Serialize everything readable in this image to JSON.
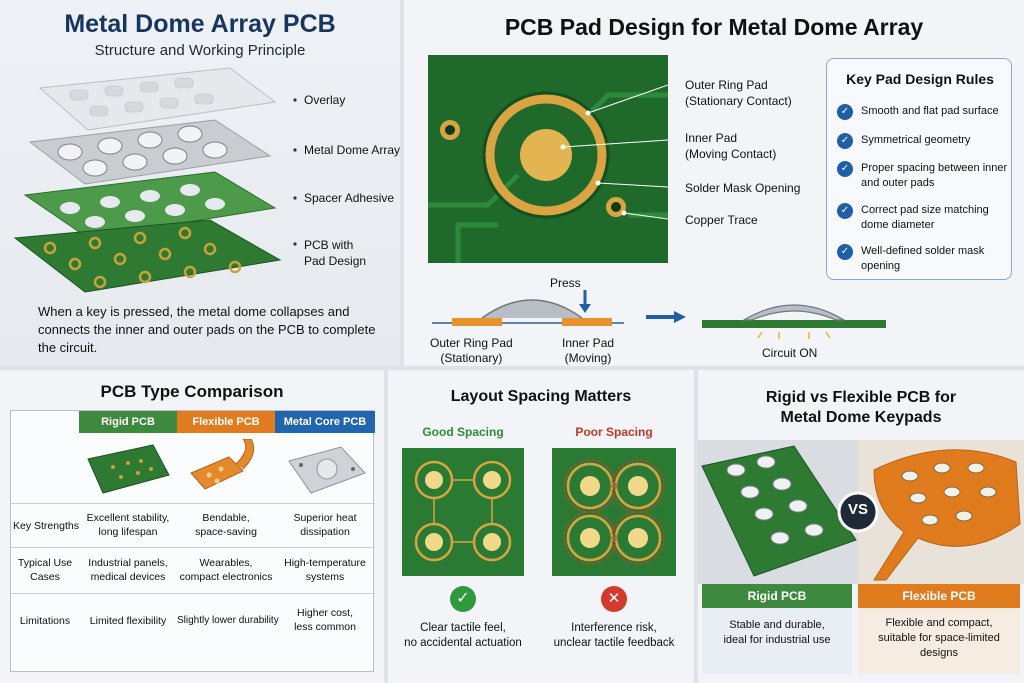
{
  "panel_structure": {
    "title": "Metal Dome Array PCB",
    "subtitle": "Structure and Working Principle",
    "layers": [
      "Overlay",
      "Metal Dome Array",
      "Spacer Adhesive",
      "PCB with\nPad Design"
    ],
    "description": "When a key is pressed, the metal dome collapses and connects the inner and outer pads on the PCB to complete the circuit."
  },
  "panel_pad_design": {
    "title": "PCB Pad Design for Metal Dome Array",
    "callouts": [
      {
        "line1": "Outer Ring Pad",
        "line2": "(Stationary Contact)"
      },
      {
        "line1": "Inner Pad",
        "line2": "(Moving Contact)"
      },
      {
        "line1": "Solder Mask Opening",
        "line2": ""
      },
      {
        "line1": "Copper Trace",
        "line2": ""
      }
    ],
    "rules_title": "Key Pad Design Rules",
    "rules": [
      "Smooth and flat pad surface",
      "Symmetrical geometry",
      "Proper spacing between inner and outer pads",
      "Correct pad size matching dome diameter",
      "Well-defined solder mask opening"
    ],
    "press_label": "Press",
    "outer_pad_label": "Outer Ring Pad\n(Stationary)",
    "inner_pad_label": "Inner Pad\n(Moving)",
    "circuit_label": "Circuit ON",
    "check_glyph": "✓"
  },
  "panel_comparison": {
    "title": "PCB Type Comparison",
    "columns": [
      "Rigid PCB",
      "Flexible PCB",
      "Metal Core PCB"
    ],
    "column_colors": [
      "#3d8a3f",
      "#e07c1e",
      "#2166ad"
    ],
    "rows": [
      {
        "label": "Key Strengths",
        "cells": [
          "Excellent stability,\nlong lifespan",
          "Bendable,\nspace-saving",
          "Superior heat\ndissipation"
        ]
      },
      {
        "label": "Typical Use\nCases",
        "cells": [
          "Industrial panels,\nmedical devices",
          "Wearables,\ncompact electronics",
          "High-temperature\nsystems"
        ]
      },
      {
        "label": "Limitations",
        "cells": [
          "Limited flexibility",
          "Slightly lower durability",
          "Higher cost,\nless common"
        ]
      }
    ]
  },
  "panel_spacing": {
    "title": "Layout Spacing Matters",
    "good_label": "Good Spacing",
    "poor_label": "Poor Spacing",
    "good_result": "Clear tactile feel,\nno accidental actuation",
    "poor_result": "Interference risk,\nunclear tactile feedback",
    "good_glyph": "✓",
    "poor_glyph": "✕"
  },
  "panel_rigid_flex": {
    "title": "Rigid vs Flexible PCB for\nMetal Dome Keypads",
    "vs": "VS",
    "rigid_label": "Rigid PCB",
    "flex_label": "Flexible PCB",
    "rigid_desc": "Stable and durable,\nideal for industrial use",
    "flex_desc": "Flexible and compact,\nsuitable for space-limited\ndesigns"
  }
}
